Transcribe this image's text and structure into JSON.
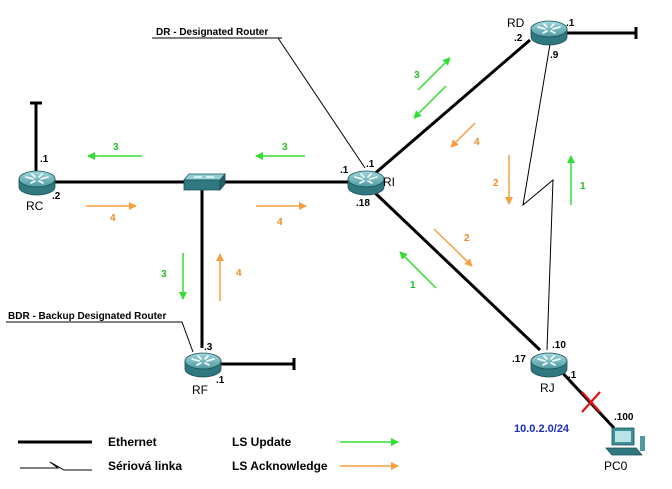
{
  "callouts": {
    "dr": "DR - Designated Router",
    "bdr": "BDR - Backup Designated Router"
  },
  "routers": {
    "rd": {
      "name": "RD",
      "if_left": ".2",
      "if_right": ".1",
      "if_bottom": ".9"
    },
    "rc": {
      "name": "RC",
      "if_top": ".1",
      "if_right": ".2"
    },
    "ri": {
      "name": "RI",
      "if_left": ".1",
      "if_top": ".1",
      "if_bottom": ".18"
    },
    "rf": {
      "name": "RF",
      "if_top": ".3",
      "if_right": ".1"
    },
    "rj": {
      "name": "RJ",
      "if_left": ".17",
      "if_top": ".10",
      "if_right": ".1"
    }
  },
  "pc": {
    "name": "PC0",
    "if": ".100"
  },
  "network_label": "10.0.2.0/24",
  "arrow_labels": {
    "rc_update": "3",
    "rc_ack": "4",
    "sw_ri_update": "3",
    "sw_ri_ack": "4",
    "rf_update": "3",
    "rf_ack": "4",
    "ri_rd_update": "3",
    "ri_rd_ack": "4",
    "rd_rj_ack": "2",
    "rd_rj_update": "1",
    "ri_rj_ack": "2",
    "ri_rj_update": "1"
  },
  "legend": {
    "ethernet": "Ethernet",
    "serial": "Sériová linka",
    "ls_update": "LS Update",
    "ls_ack": "LS Acknowledge"
  },
  "colors": {
    "ls_update": "#33dd33",
    "ls_ack": "#f5a040",
    "ethernet": "#000000",
    "network_label": "#1a2fbf",
    "link_down_marker": "#e01010",
    "router_body": "#3f8f97"
  },
  "icons": {
    "router": "router-icon",
    "switch": "switch-icon",
    "pc": "pc-icon",
    "failure": "link-failure-x-icon"
  }
}
